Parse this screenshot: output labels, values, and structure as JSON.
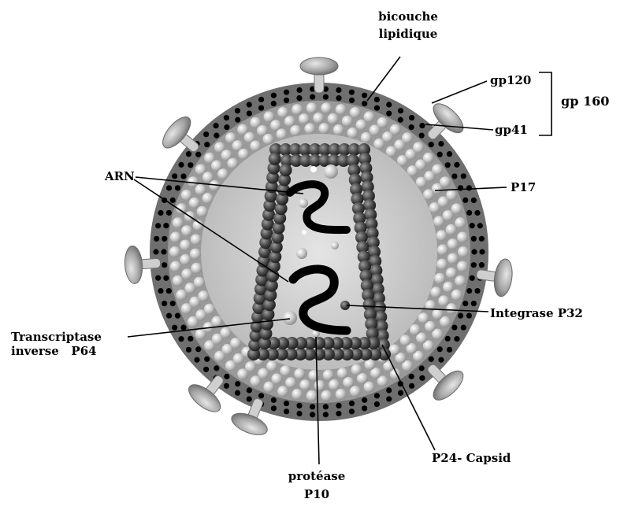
{
  "labels": {
    "bicouche_line1": "bicouche",
    "bicouche_line2": "lipidique",
    "gp120": "gp120",
    "gp41": "gp41",
    "gp160": "gp 160",
    "arn": "ARN",
    "p17": "P17",
    "integrase": "Integrase P32",
    "transcriptase_line1": "Transcriptase",
    "transcriptase_line2": "inverse   P64",
    "protease_line1": "protéase",
    "protease_line2": "P10",
    "capsid": "P24- Capsid"
  },
  "colors": {
    "background": "#ffffff",
    "membrane": "#6f6f6f",
    "membrane_dots": "#000000",
    "matrix_layer": "#9a9a9a",
    "inner_light": "#d6d6d6",
    "matrix_beads": "#c4c4c4",
    "capsid_beads": "#3d3d3d",
    "rna": "#000000",
    "spike": "#a8a8a8",
    "label_text": "#000000"
  }
}
